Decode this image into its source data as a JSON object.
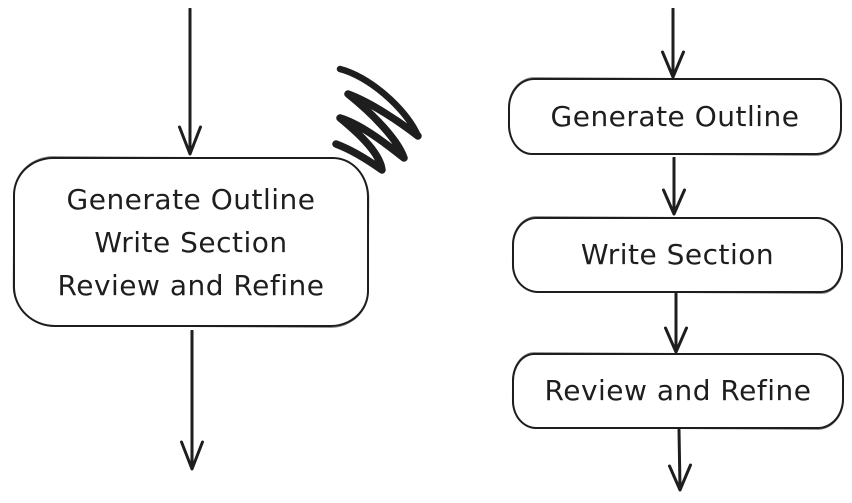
{
  "diagram": {
    "background": "#ffffff",
    "ink_color": "#1e1e1e",
    "left_flow": {
      "node": {
        "lines": [
          "Generate Outline",
          "Write Section",
          "Review and Refine"
        ]
      },
      "annotation": "scribble-mark"
    },
    "right_flow": {
      "nodes": [
        {
          "label": "Generate Outline"
        },
        {
          "label": "Write Section"
        },
        {
          "label": "Review and Refine"
        }
      ]
    }
  }
}
